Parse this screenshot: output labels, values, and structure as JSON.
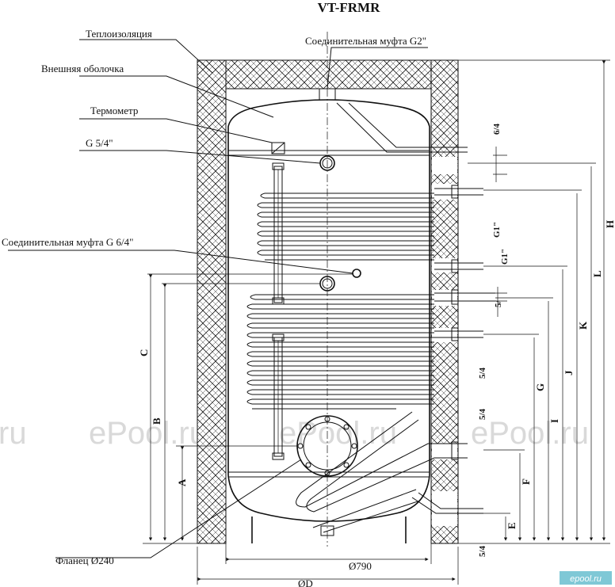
{
  "title": "VT-FRMR",
  "callouts": {
    "insulation": "Теплоизоляция",
    "outer_shell": "Внешняя оболочка",
    "thermometer": "Термометр",
    "g54": "G 5/4\"",
    "coupling_g2": "Соединительная муфта G2\"",
    "coupling_g64": "Соединительная муфта G 6/4\"",
    "flange": "Фланец Ø240"
  },
  "dimensions": {
    "A": "A",
    "B": "B",
    "C": "C",
    "E": "E",
    "F": "F",
    "G": "G",
    "H": "H",
    "I": "I",
    "J": "J",
    "K": "K",
    "L": "L",
    "d790": "Ø790",
    "dD": "ØD"
  },
  "connections": {
    "c1": "6/4",
    "c2": "G1\"",
    "c3": "G1\"",
    "c4": "5/",
    "c5": "5/4",
    "c6": "5/4",
    "c7": "5/4"
  },
  "watermarks": [
    "ru",
    "ePool.ru",
    "ePool.ru",
    "ePool.ru"
  ],
  "logo": "epool.ru"
}
